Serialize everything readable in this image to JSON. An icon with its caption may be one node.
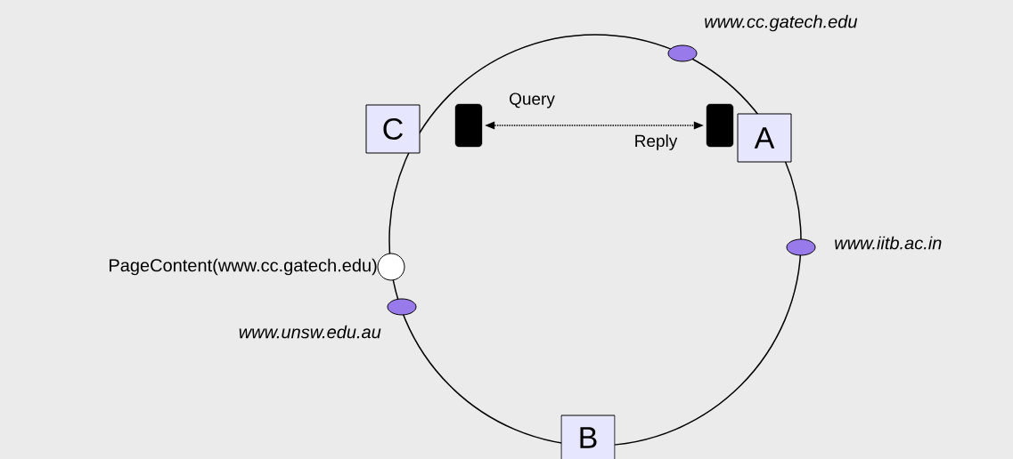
{
  "diagram": {
    "nodes": [
      {
        "text": [],
        "shape": "ellipse",
        "beside": [
          "www.cc.gatech.edu"
        ]
      },
      {
        "text": [
          "C"
        ]
      },
      {
        "text": [],
        "shape": "box"
      },
      {
        "text": [],
        "shape": "box"
      },
      {
        "text": [
          "A"
        ]
      },
      {
        "text": [],
        "shape": "circle",
        "beside": [
          "PageContent(www.cc.gatech.edu)"
        ]
      },
      {
        "text": [],
        "shape": "ellipse",
        "beside": [
          "www.iitb.ac.in"
        ]
      },
      {
        "text": [],
        "shape": "ellipse",
        "beside": [
          "www.unsw.edu.au"
        ]
      },
      {
        "text": [
          "B"
        ]
      }
    ],
    "edges": [
      {
        "from": 2,
        "to": 3,
        "arrow": "both",
        "style": "dashed",
        "label": "Query"
      }
    ],
    "labels": [
      "Reply"
    ]
  }
}
